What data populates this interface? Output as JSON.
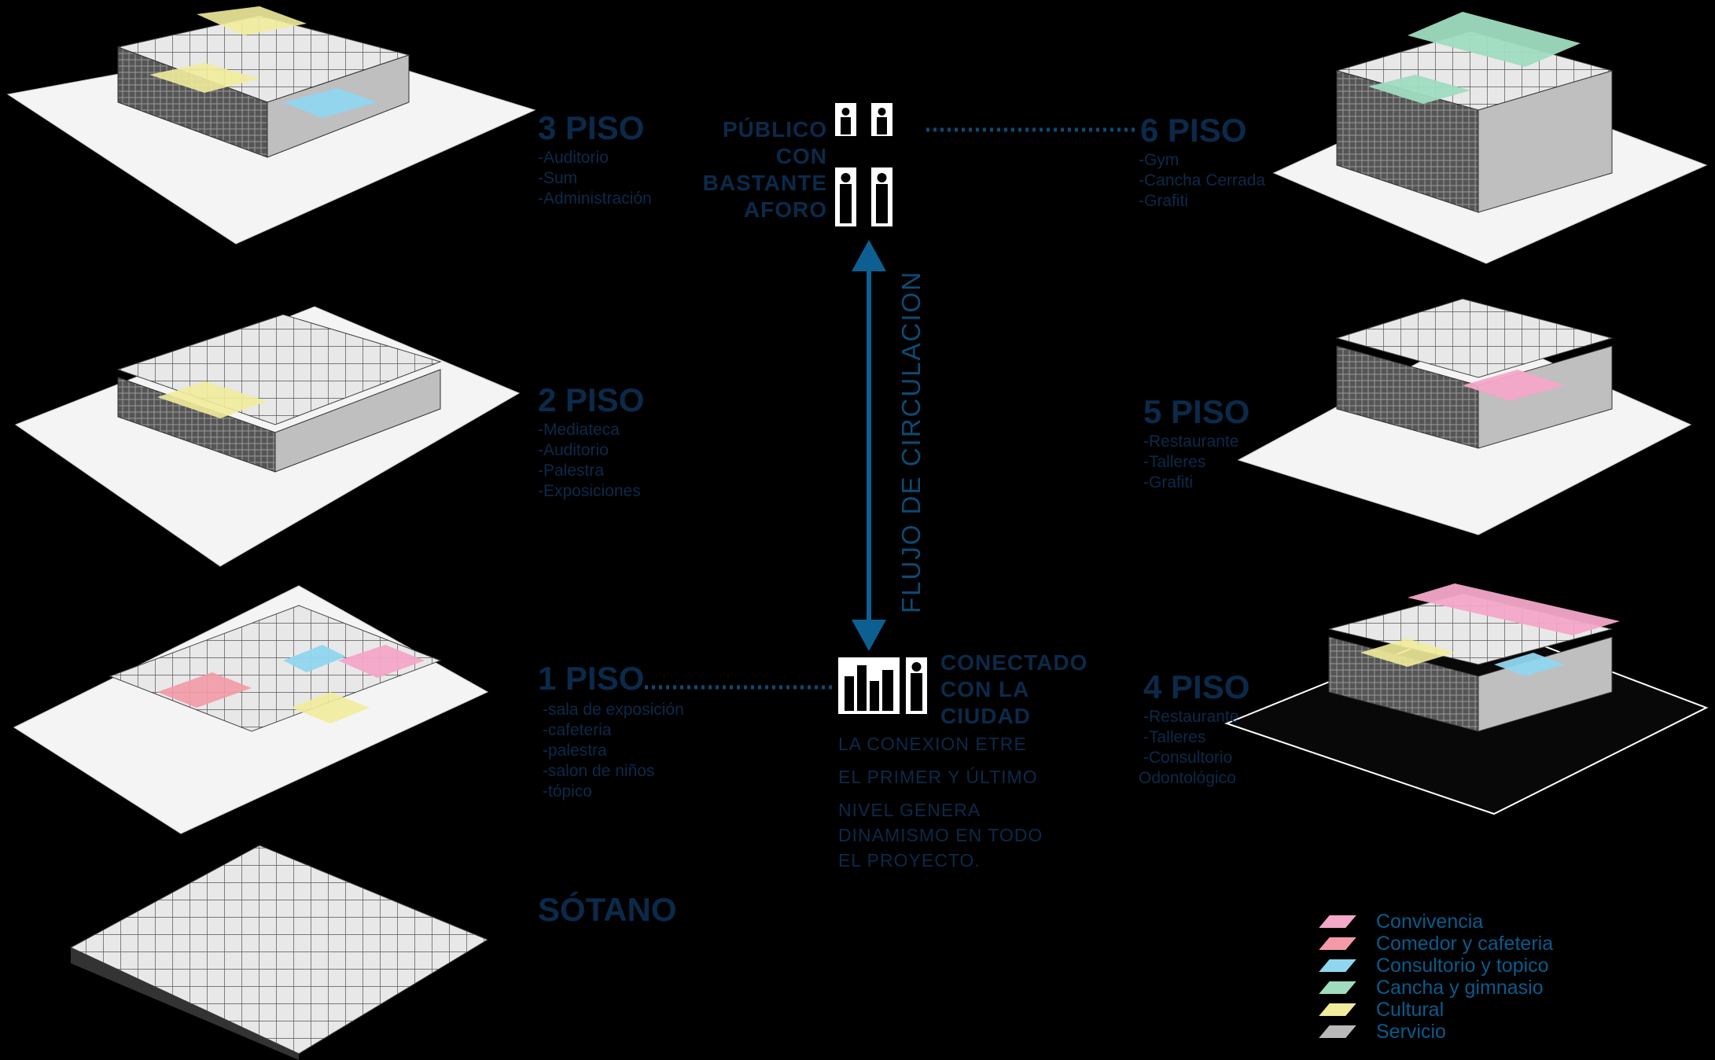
{
  "floors_left": [
    {
      "key": "piso3",
      "title": "3 PISO",
      "items": [
        "-Auditorio",
        "-Sum",
        "-Administración"
      ]
    },
    {
      "key": "piso2",
      "title": "2 PISO",
      "items": [
        "-Mediateca",
        "-Auditorio",
        "-Palestra",
        "-Exposiciones"
      ]
    },
    {
      "key": "piso1",
      "title": "1 PISO",
      "items": [
        "-sala de exposición",
        "-cafeteria",
        "-palestra",
        "-salon de niños",
        "-tópico"
      ]
    },
    {
      "key": "sotano",
      "title": "SÓTANO",
      "items": []
    }
  ],
  "floors_right": [
    {
      "key": "piso6",
      "title": "6 PISO",
      "items": [
        "-Gym",
        "-Cancha Cerrada",
        "-Grafiti"
      ]
    },
    {
      "key": "piso5",
      "title": "5 PISO",
      "items": [
        "-Restaurante",
        "-Talleres",
        "-Grafiti"
      ]
    },
    {
      "key": "piso4",
      "title": "4 PISO",
      "items": [
        "-Restaurante",
        "-Talleres",
        "-Consultorio",
        "Odontológico"
      ]
    }
  ],
  "center": {
    "public_label": [
      "PÚBLICO",
      "CON",
      "BASTANTE",
      "AFORO"
    ],
    "flow_label": "FLUJO DE CIRCULACION",
    "connected_label": [
      "CONECTADO",
      "CON LA",
      "CIUDAD"
    ],
    "note_lines": [
      "LA CONEXION ETRE",
      "EL PRIMER Y ÚLTIMO",
      "NIVEL GENERA",
      "DINAMISMO EN TODO",
      "EL PROYECTO."
    ]
  },
  "legend": [
    {
      "label": "Convivencia",
      "color": "#f4a7c8"
    },
    {
      "label": "Comedor y cafeteria",
      "color": "#f39aa6"
    },
    {
      "label": "Consultorio y topico",
      "color": "#8fd6ef"
    },
    {
      "label": "Cancha y gimnasio",
      "color": "#9fdcc0"
    },
    {
      "label": "Cultural",
      "color": "#f1ec9b"
    },
    {
      "label": "Servicio",
      "color": "#b9b9b9"
    }
  ],
  "colors": {
    "text": "#0b2a4a",
    "accent": "#0d5a8c",
    "arrow": "#0d5f92"
  }
}
